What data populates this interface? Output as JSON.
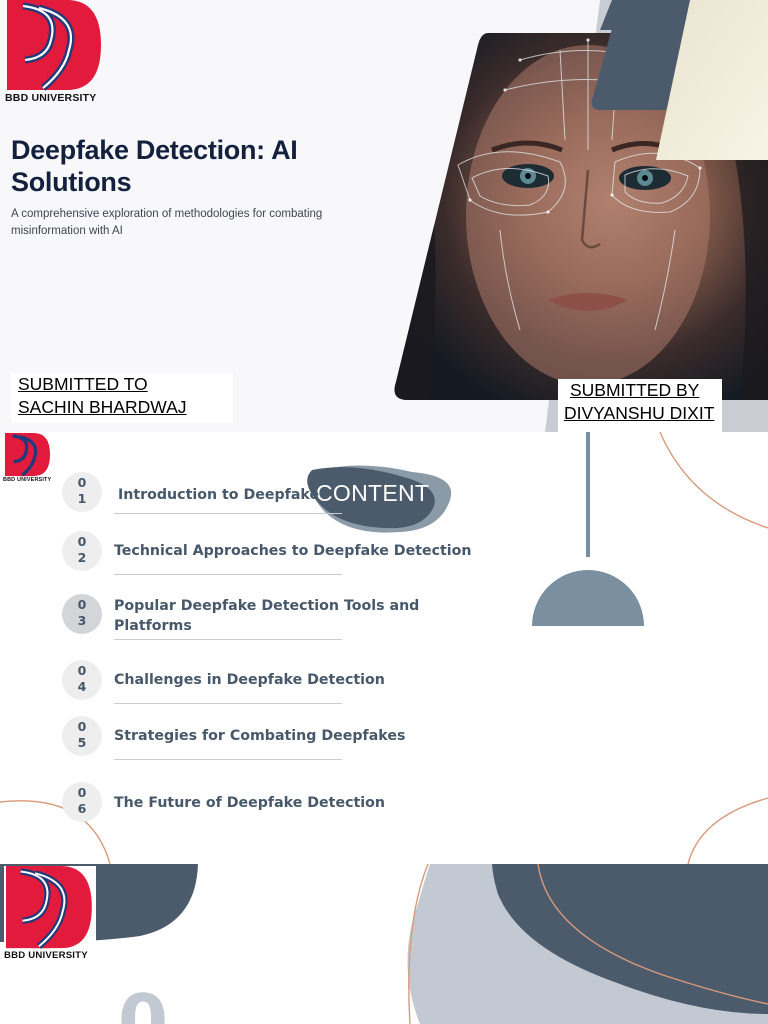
{
  "slide1": {
    "logo": {
      "caption": "BBD UNIVERSITY"
    },
    "title": "Deepfake Detection: AI Solutions",
    "subtitle": "A comprehensive exploration of methodologies for combating misinformation with AI",
    "submitted_to": {
      "line1": "SUBMITTED TO",
      "line2": "SACHIN BHARDWAJ"
    },
    "submitted_by": {
      "line1": "SUBMITTED BY",
      "line2": "DIVYANSHU DIXIT"
    }
  },
  "slide2": {
    "logo": {
      "caption": "BBD UNIVERSITY"
    },
    "heading": "CONTENT",
    "items": [
      {
        "num_top": "0",
        "num_bottom": "1",
        "label": "Introduction to Deepfake"
      },
      {
        "num_top": "0",
        "num_bottom": "2",
        "label": "Technical Approaches to Deepfake Detection"
      },
      {
        "num_top": "0",
        "num_bottom": "3",
        "label": "Popular Deepfake Detection Tools and Platforms"
      },
      {
        "num_top": "0",
        "num_bottom": "4",
        "label": "Challenges in Deepfake Detection"
      },
      {
        "num_top": "0",
        "num_bottom": "5",
        "label": "Strategies for Combating Deepfakes"
      },
      {
        "num_top": "0",
        "num_bottom": "6",
        "label": "The Future of Deepfake Detection"
      }
    ]
  },
  "slide3": {
    "logo": {
      "caption": "BBD UNIVERSITY"
    },
    "partial_number": "0"
  },
  "colors": {
    "brand_red": "#e21b3c",
    "brand_navy": "#22397a",
    "slate_dark": "#4b5b6c",
    "slate_mid": "#7a8fa0",
    "slate_light": "#c2c9d3",
    "accent_orange": "#d89a7a",
    "title_navy": "#13213f"
  }
}
